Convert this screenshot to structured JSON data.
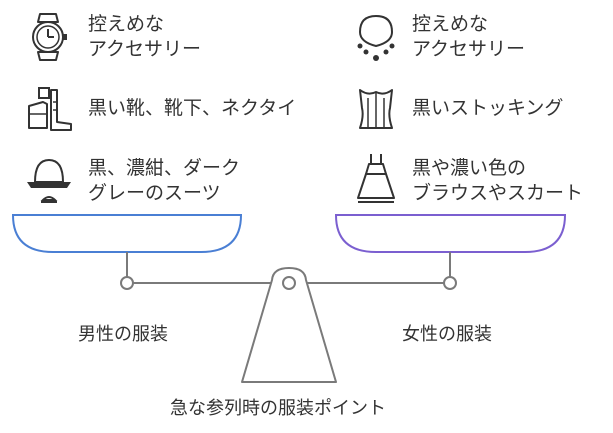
{
  "title": "急な参列時の服装ポイント",
  "men": {
    "label": "男性の服装",
    "accent": "#4a7fd4",
    "items": [
      {
        "icon": "watch-icon",
        "lines": [
          "控えめな",
          "アクセサリー"
        ]
      },
      {
        "icon": "shoes-icon",
        "lines": [
          "黒い靴、靴下、ネクタイ"
        ]
      },
      {
        "icon": "hat-icon",
        "lines": [
          "黒、濃紺、ダーク",
          "グレーのスーツ"
        ]
      }
    ]
  },
  "women": {
    "label": "女性の服装",
    "accent": "#7b5fd0",
    "items": [
      {
        "icon": "necklace-icon",
        "lines": [
          "控えめな",
          "アクセサリー"
        ]
      },
      {
        "icon": "corset-icon",
        "lines": [
          "黒いストッキング"
        ]
      },
      {
        "icon": "dress-icon",
        "lines": [
          "黒や濃い色の",
          "ブラウスやスカート"
        ]
      }
    ]
  },
  "colors": {
    "stroke": "#7a7a7a",
    "text": "#333333",
    "icon": "#333333"
  }
}
